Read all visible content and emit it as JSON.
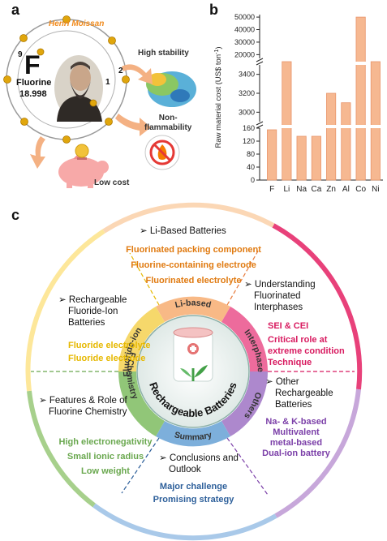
{
  "panel_a": {
    "letter": "a",
    "portrait_name": "Henri Moissan",
    "atomic_number": "9",
    "symbol": "F",
    "element_name": "Fluorine",
    "atomic_mass": "18.998",
    "shell_1": "1",
    "shell_2": "2",
    "property_1": "High stability",
    "property_2": "Non-flammability",
    "property_2_line1": "Non-",
    "property_2_line2": "flammability",
    "property_3": "Low cost"
  },
  "panel_b": {
    "letter": "b"
  },
  "chart_data": {
    "type": "bar",
    "categories": [
      "F",
      "Li",
      "Na",
      "Ca",
      "Zn",
      "Al",
      "Co",
      "Ni"
    ],
    "values": [
      155,
      12000,
      135,
      135,
      3200,
      3100,
      50000,
      12000
    ],
    "ylabel": "Raw material cost (US$ ton",
    "ylabel_superscript": "-1",
    "ylabel_close": ")",
    "broken_axis_segments": [
      {
        "range": [
          0,
          160
        ],
        "ticks": [
          "0",
          "40",
          "80",
          "120",
          "160"
        ]
      },
      {
        "range": [
          2900,
          3500
        ],
        "ticks": [
          "3000",
          "3200",
          "3400"
        ]
      },
      {
        "range": [
          17000,
          52000
        ],
        "ticks": [
          "20000",
          "30000",
          "40000",
          "50000"
        ]
      }
    ],
    "bar_color": "#f6b891",
    "bar_edge_color": "#e8946a"
  },
  "panel_c": {
    "letter": "c",
    "center_title": "Rechargeable Batteries",
    "inner_ring": {
      "li_based": "Li-based",
      "interphase": "Interphase",
      "others": "Others",
      "summary": "Summary",
      "f_chemistry": "F Chemistry",
      "fluoride_ion": "Fluoride-ion"
    },
    "sections": {
      "li": {
        "heading": "Li-Based Batteries",
        "items": [
          "Fluorinated packing component",
          "Fluorine-containing electrode",
          "Fluorinated electrolyte"
        ],
        "color": "#e07a10"
      },
      "interphase": {
        "heading_lines": [
          "Understanding",
          "Fluorinated",
          "Interphases"
        ],
        "items": [
          "SEI & CEI",
          "Critical role at",
          "extreme condition",
          "Technique"
        ],
        "color": "#d81b60"
      },
      "others": {
        "heading_lines": [
          "Other",
          "Rechargeable",
          "Batteries"
        ],
        "items": [
          "Na- & K-based",
          "Multivalent",
          "metal-based",
          "Dual-ion battery"
        ],
        "color": "#7b3fa8"
      },
      "summary": {
        "heading_lines": [
          "Conclusions and",
          "Outlook"
        ],
        "items": [
          "Major challenge",
          "Promising strategy"
        ],
        "color": "#2d5f9a"
      },
      "f_chem": {
        "heading_lines": [
          "Features & Role of",
          "Fluorine Chemistry"
        ],
        "items": [
          "High electronegativity",
          "Small ionic radius",
          "Low weight"
        ],
        "color": "#6aa84f"
      },
      "fluoride": {
        "heading_lines": [
          "Rechargeable",
          "Fluoride-Ion",
          "Batteries"
        ],
        "items": [
          "Fluoride electrolyte",
          "Fluoride electrode"
        ],
        "color": "#e6b800"
      }
    },
    "bullet_glyph": "➢"
  }
}
